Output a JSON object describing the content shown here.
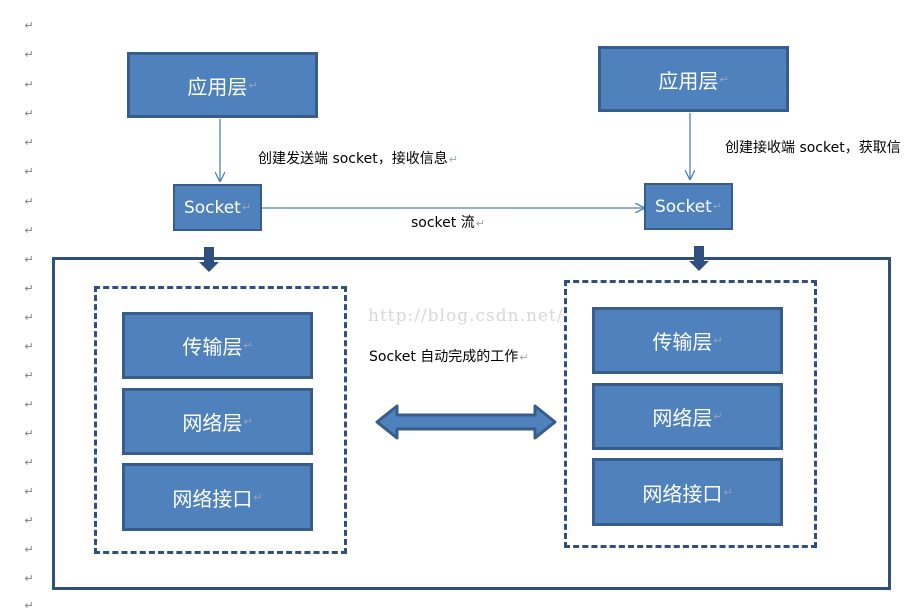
{
  "margin_mark": "↵",
  "left_stack": {
    "app_layer": "应用层",
    "socket": "Socket",
    "transport": "传输层",
    "network": "网络层",
    "interface": "网络接口"
  },
  "right_stack": {
    "app_layer": "应用层",
    "socket": "Socket",
    "transport": "传输层",
    "network": "网络层",
    "interface": "网络接口"
  },
  "labels": {
    "send_socket": "创建发送端 socket，接收信息",
    "recv_socket": "创建接收端 socket，获取信",
    "socket_stream": "socket 流",
    "auto_work": "Socket 自动完成的工作"
  },
  "watermark": "http://blog.csdn.net/",
  "colors": {
    "box_fill": "#4f81bd",
    "box_border": "#385d8a",
    "frame": "#2f4f7f"
  }
}
